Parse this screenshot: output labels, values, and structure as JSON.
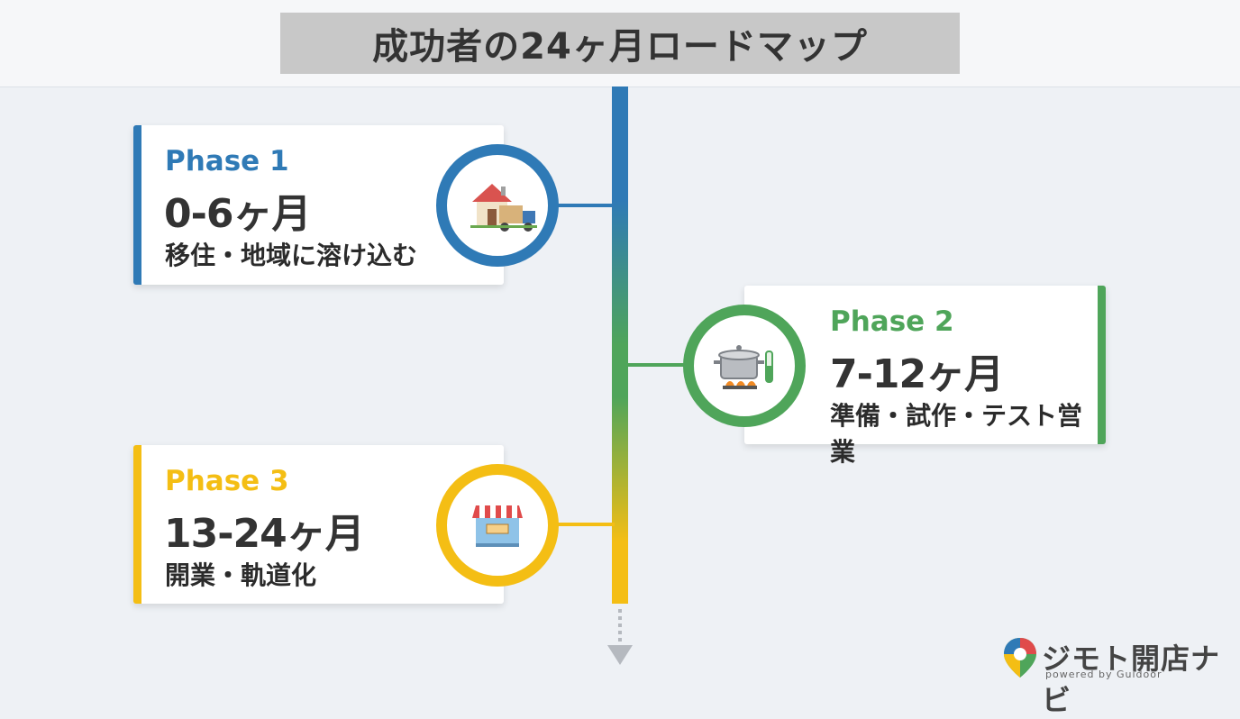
{
  "title": "成功者の24ヶ月ロードマップ",
  "phases": [
    {
      "label": "Phase 1",
      "months": "0-6ヶ月",
      "desc": "移住・地域に溶け込む",
      "color": "#2f7ab6",
      "icon": "house-moving-truck-icon"
    },
    {
      "label": "Phase 2",
      "months": "7-12ヶ月",
      "desc": "準備・試作・テスト営業",
      "color": "#4fa55a",
      "icon": "cooking-pot-icon"
    },
    {
      "label": "Phase 3",
      "months": "13-24ヶ月",
      "desc": "開業・軌道化",
      "color": "#f4be14",
      "icon": "storefront-icon"
    }
  ],
  "logo": {
    "name": "ジモト開店ナビ",
    "tagline": "powered by Guidoor"
  }
}
